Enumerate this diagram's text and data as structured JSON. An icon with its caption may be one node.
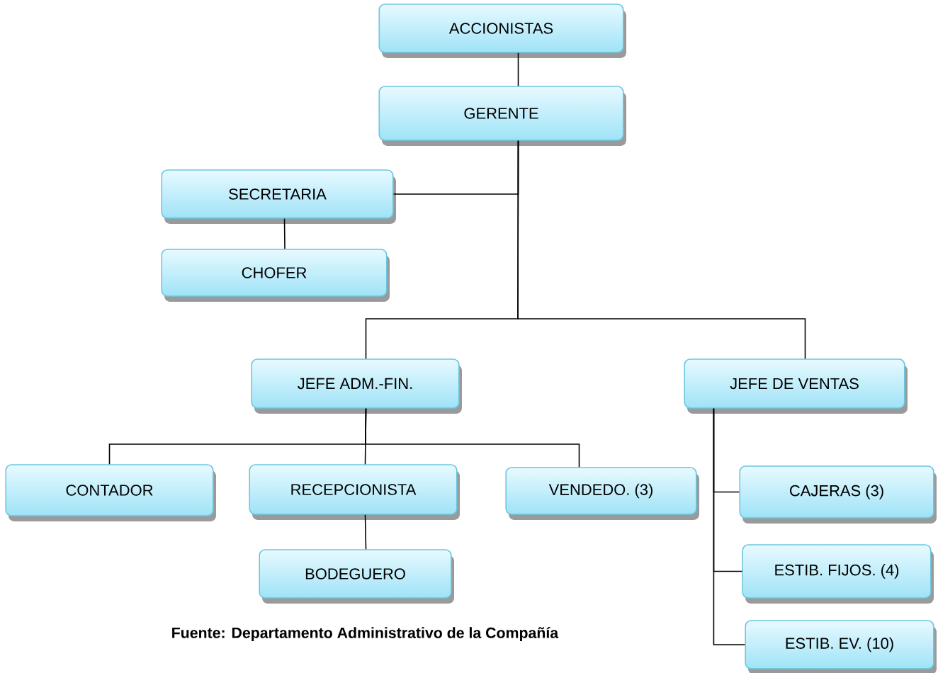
{
  "diagram": {
    "nodes": [
      {
        "text": [
          "ACCIONISTAS"
        ]
      },
      {
        "text": [
          "GERENTE"
        ]
      },
      {
        "text": [
          "SECRETARIA"
        ]
      },
      {
        "text": [
          "CHOFER"
        ]
      },
      {
        "text": [
          "JEFE ADM.-FIN."
        ]
      },
      {
        "text": [
          "JEFE DE VENTAS"
        ]
      },
      {
        "text": [
          "CONTADOR"
        ]
      },
      {
        "text": [
          "RECEPCIONISTA"
        ]
      },
      {
        "text": [
          "VENDEDO. (3)"
        ]
      },
      {
        "text": [
          "BODEGUERO"
        ]
      },
      {
        "text": [
          "CAJERAS (3)"
        ]
      },
      {
        "text": [
          "ESTIB. FIJOS. (4)"
        ]
      },
      {
        "text": [
          "ESTIB. EV. (10)"
        ]
      }
    ],
    "edges": [
      {
        "from": 0,
        "to": 1,
        "arrow": "none"
      },
      {
        "from": 1,
        "to": 2,
        "arrow": "none"
      },
      {
        "from": 2,
        "to": 3,
        "arrow": "none"
      },
      {
        "from": 1,
        "to": 4,
        "arrow": "none"
      },
      {
        "from": 1,
        "to": 5,
        "arrow": "none"
      },
      {
        "from": 4,
        "to": 6,
        "arrow": "none"
      },
      {
        "from": 4,
        "to": 7,
        "arrow": "none"
      },
      {
        "from": 4,
        "to": 8,
        "arrow": "none"
      },
      {
        "from": 7,
        "to": 9,
        "arrow": "none"
      },
      {
        "from": 5,
        "to": 10,
        "arrow": "none"
      },
      {
        "from": 5,
        "to": 11,
        "arrow": "none"
      },
      {
        "from": 5,
        "to": 12,
        "arrow": "none"
      }
    ],
    "labels": [
      "**Fuente: Departamento Administrativo de la Compañía**"
    ]
  }
}
